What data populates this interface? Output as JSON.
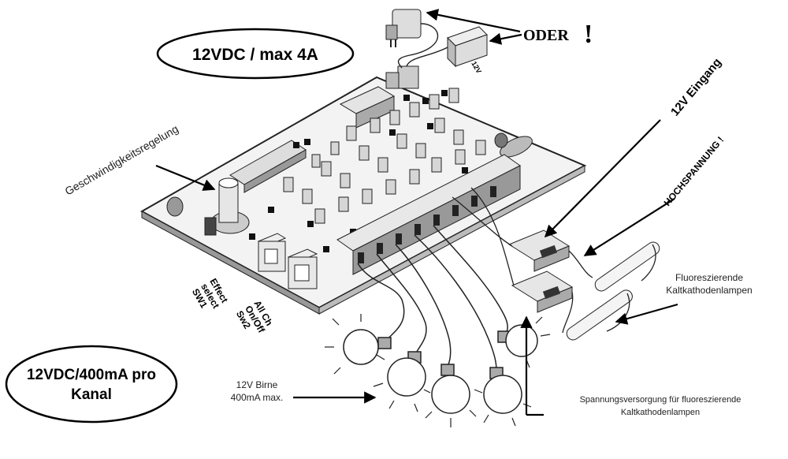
{
  "labels": {
    "supply_main": "12VDC / max 4A",
    "oder": "ODER",
    "exclamation": "!",
    "speed_control": "Geschwindigkeitsregelung",
    "input_12v": "12V Eingang",
    "high_voltage": "HOCHSPANNUNG !",
    "fluorescent_1": "Fluoreszierende",
    "fluorescent_2": "Kaltkathodenlampen",
    "effect_1": "Effect",
    "effect_2": "select",
    "effect_3": "SW1",
    "allch_1": "All Ch",
    "allch_2": "On/Off",
    "allch_3": "Sw2",
    "channel_supply_1": "12VDC/400mA pro",
    "channel_supply_2": "Kanal",
    "bulb_1": "12V Birne",
    "bulb_2": "400mA max.",
    "psu_1": "Spannungsversorgung für fluoreszierende",
    "psu_2": "Kaltkathodenlampen",
    "battery_mark": "12V"
  }
}
